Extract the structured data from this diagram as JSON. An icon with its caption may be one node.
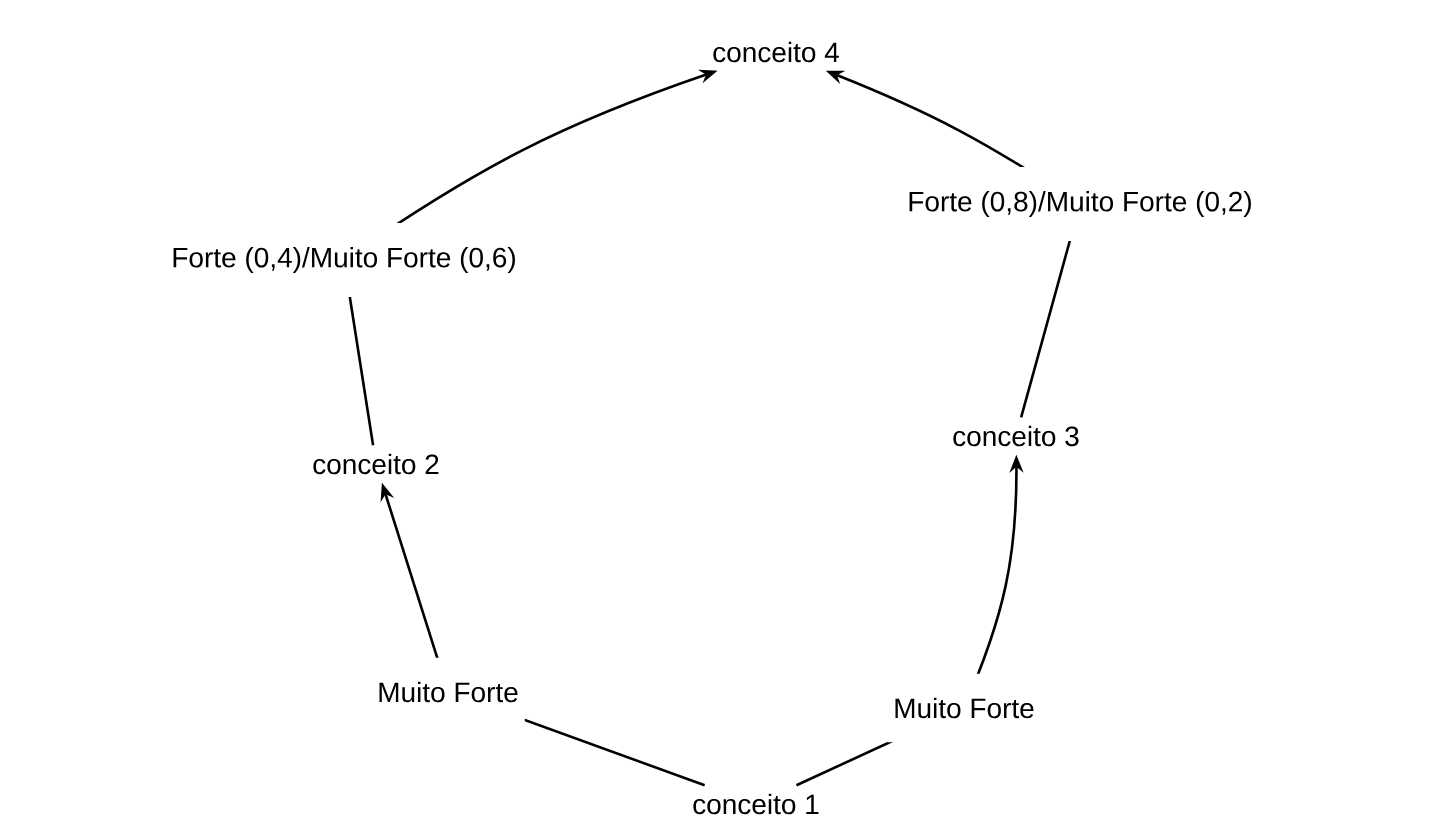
{
  "diagram": {
    "nodes": [
      {
        "text": [
          "conceito 1"
        ]
      },
      {
        "text": [
          "conceito 2"
        ]
      },
      {
        "text": [
          "conceito 3"
        ]
      },
      {
        "text": [
          "conceito 4"
        ]
      }
    ],
    "edges": [
      {
        "from": 0,
        "to": 1,
        "arrow": "to",
        "label": "Muito Forte"
      },
      {
        "from": 0,
        "to": 2,
        "arrow": "to",
        "label": "Muito Forte"
      },
      {
        "from": 1,
        "to": 3,
        "arrow": "to",
        "label": "Forte (0,4)/Muito Forte (0,6)"
      },
      {
        "from": 2,
        "to": 3,
        "arrow": "to",
        "label": "Forte (0,8)/Muito Forte (0,2)"
      }
    ]
  }
}
